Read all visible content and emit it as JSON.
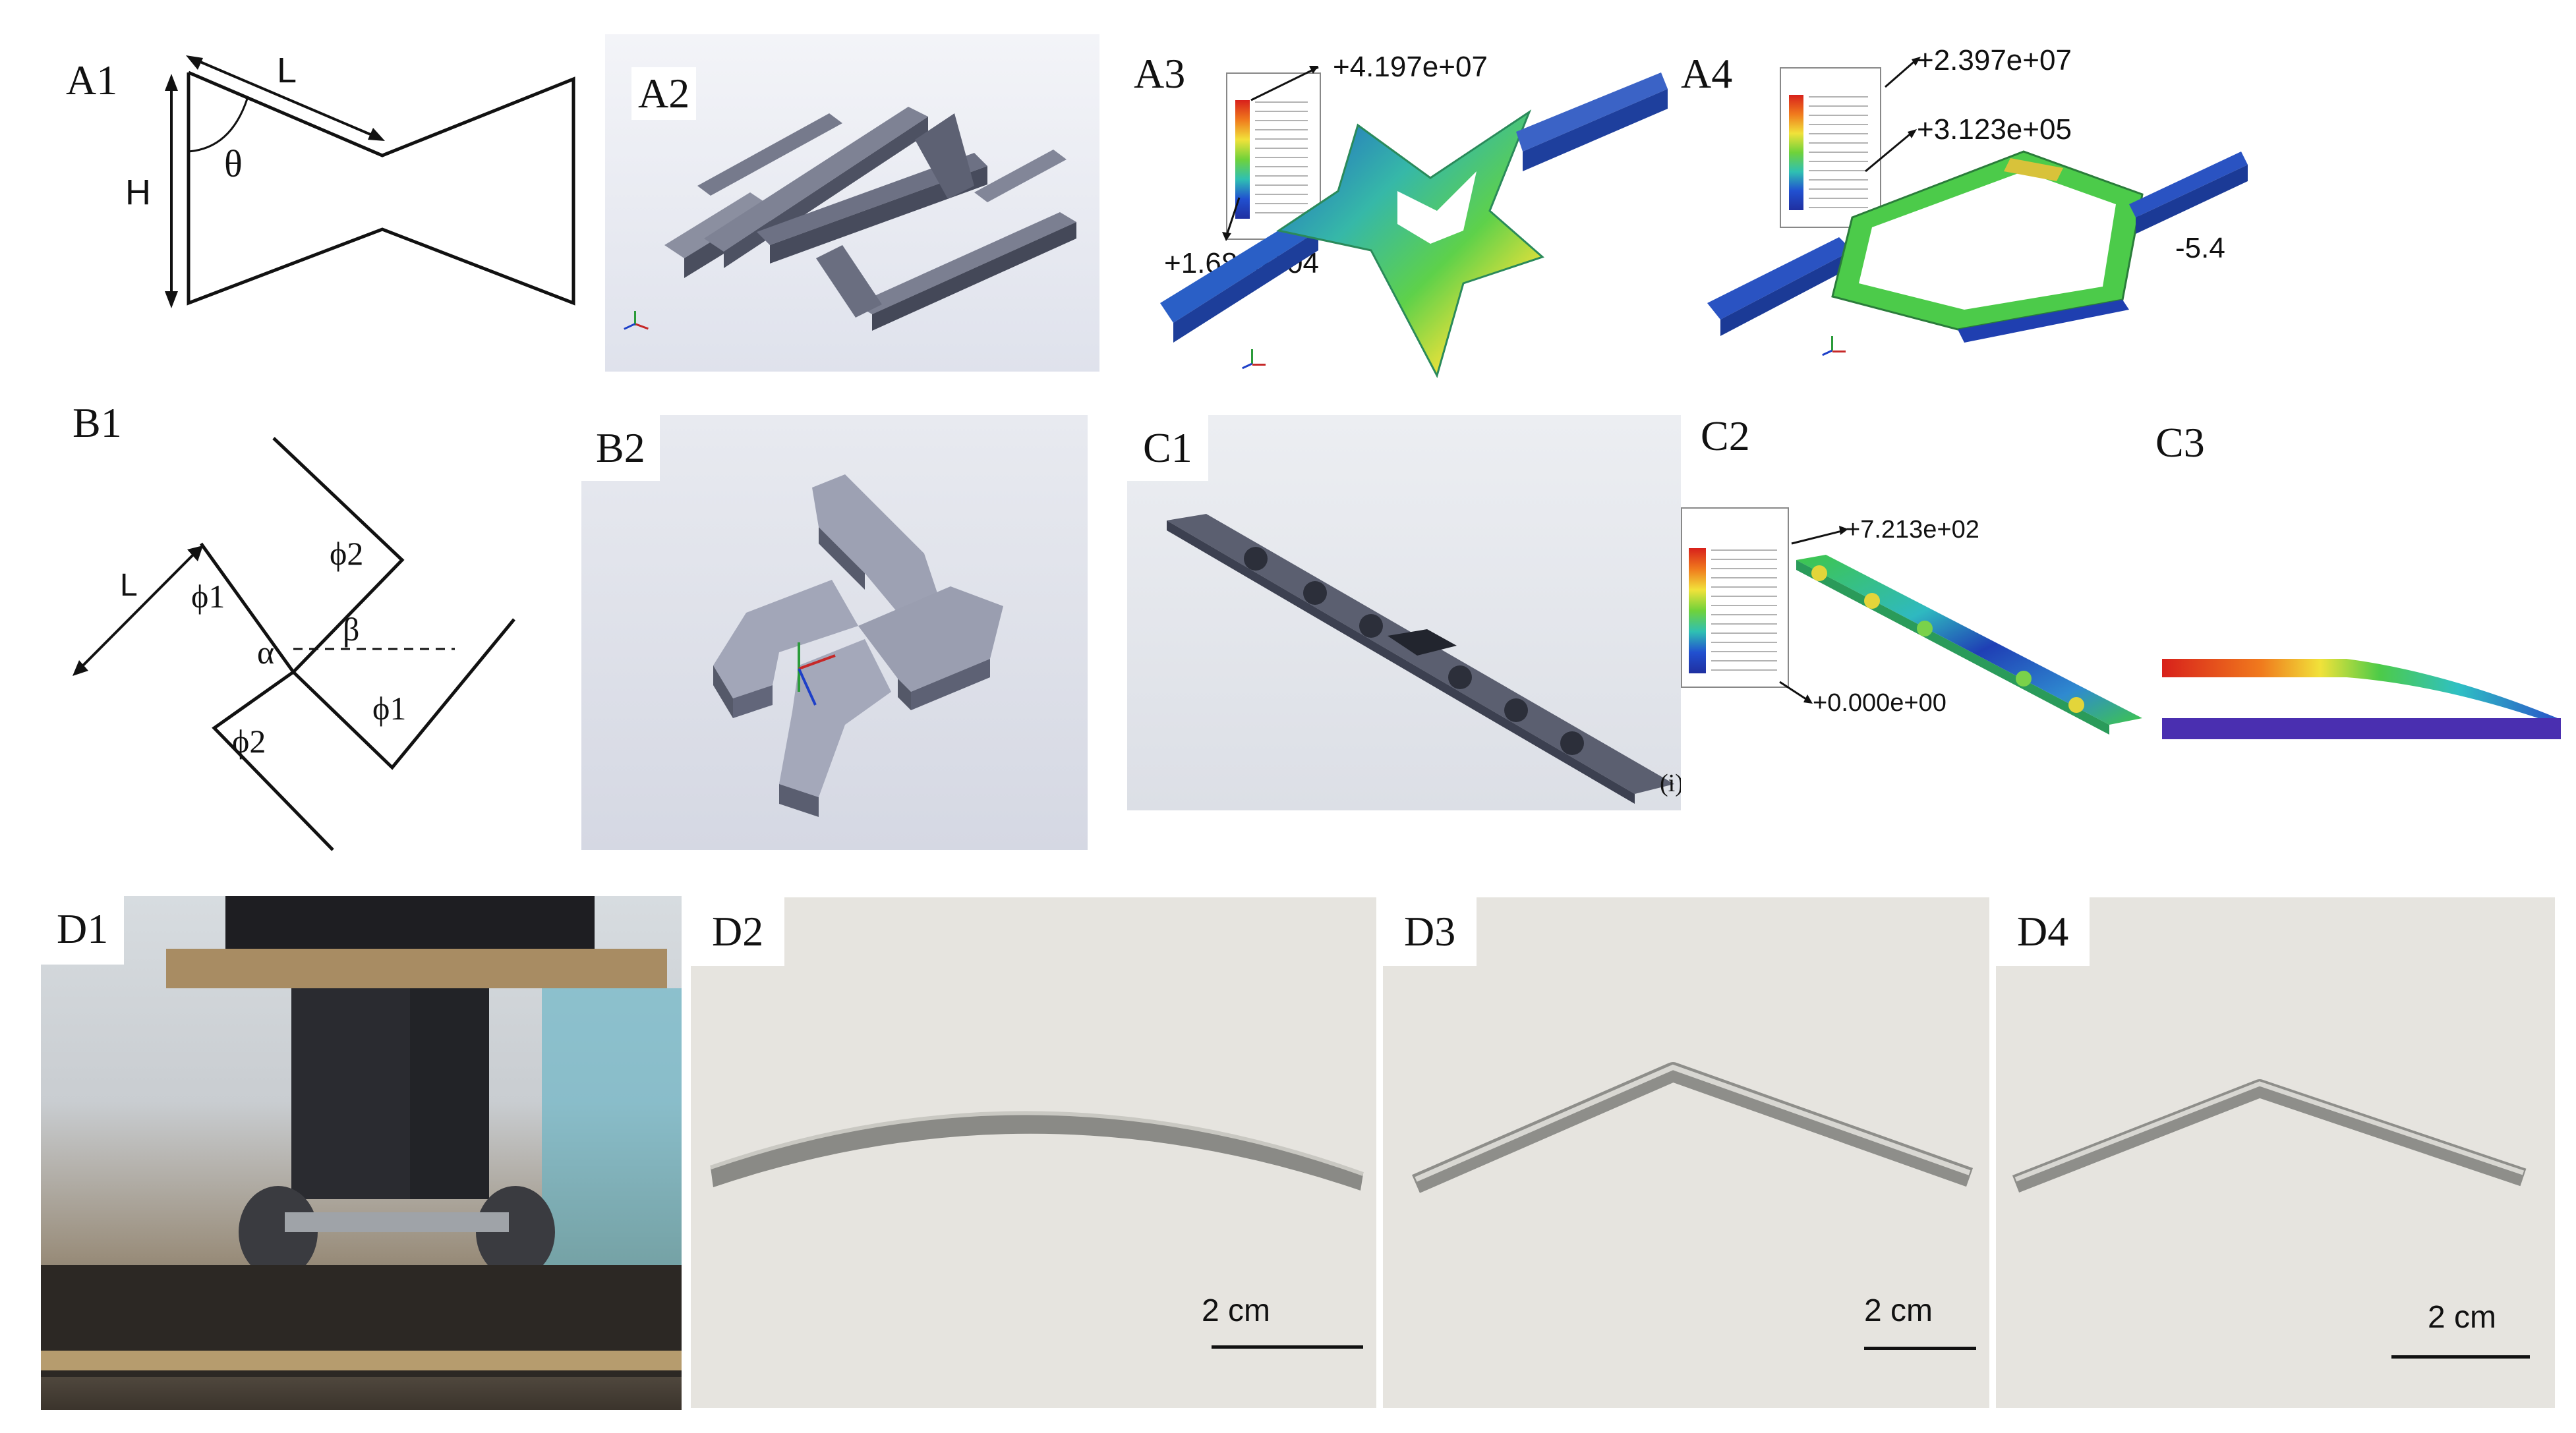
{
  "panels": {
    "A1": {
      "label": "A1",
      "length_symbol": "L",
      "height_symbol": "H",
      "angle_symbol": "θ"
    },
    "A2": {
      "label": "A2"
    },
    "A3": {
      "label": "A3",
      "max_value": "+4.197e+07",
      "min_value": "+1.686e+04"
    },
    "A4": {
      "label": "A4",
      "max_value": "+2.397e+07",
      "mid_value": "+3.123e+05",
      "edge_value": "-5.4"
    },
    "B1": {
      "label": "B1",
      "length_symbol": "L",
      "phi1": "ϕ1",
      "phi2": "ϕ2",
      "alpha": "α",
      "beta": "β"
    },
    "B2": {
      "label": "B2"
    },
    "C1": {
      "label": "C1",
      "marker": "(i)"
    },
    "C2": {
      "label": "C2",
      "max_value": "+7.213e+02",
      "min_value": "+0.000e+00"
    },
    "C3": {
      "label": "C3"
    },
    "D1": {
      "label": "D1"
    },
    "D2": {
      "label": "D2",
      "scale": "2 cm"
    },
    "D3": {
      "label": "D3",
      "scale": "2 cm"
    },
    "D4": {
      "label": "D4",
      "scale": "2 cm"
    }
  },
  "colors": {
    "cad_grey": "#5f6374",
    "fem_blue": "#1f3fb5",
    "fem_green": "#39c24a",
    "fem_yellow": "#f1e23a",
    "fem_red": "#d8211b",
    "photo_bg": "#e6e4df"
  }
}
